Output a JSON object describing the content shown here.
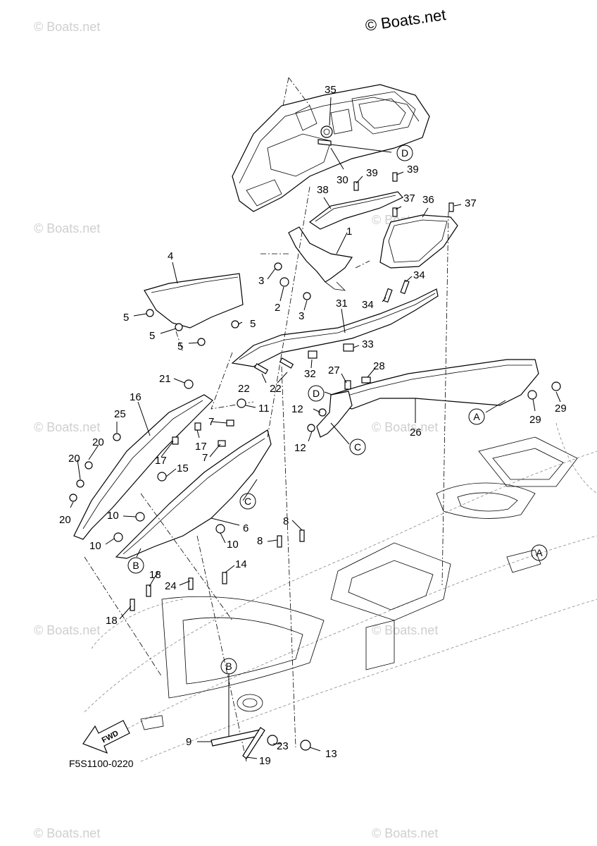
{
  "copyright_text": "© Boats.net",
  "watermark_text": "© Boats.net",
  "part_code": "F5S1100-0220",
  "fwd_label": "FWD",
  "ref_circles": [
    "A",
    "B",
    "C",
    "D"
  ],
  "callouts": [
    "1",
    "2",
    "3",
    "4",
    "5",
    "6",
    "7",
    "8",
    "9",
    "10",
    "11",
    "12",
    "13",
    "14",
    "15",
    "16",
    "17",
    "18",
    "19",
    "20",
    "21",
    "22",
    "23",
    "24",
    "25",
    "26",
    "27",
    "28",
    "29",
    "30",
    "31",
    "32",
    "33",
    "34",
    "35",
    "36",
    "37",
    "38",
    "39"
  ]
}
